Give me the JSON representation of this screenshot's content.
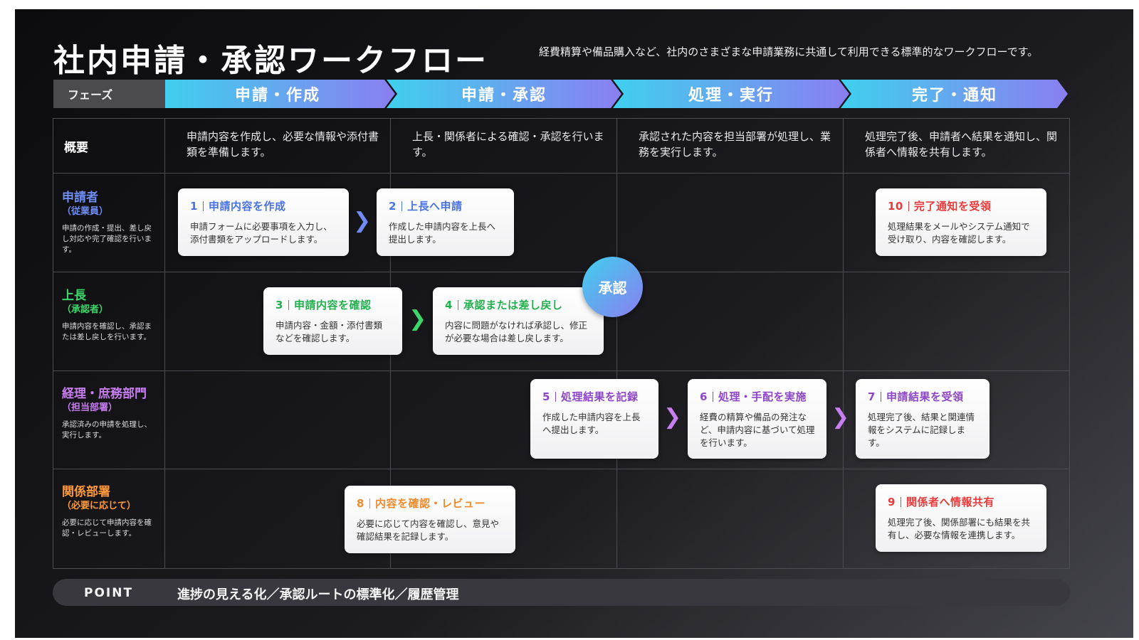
{
  "title": "社内申請・承認ワークフロー",
  "subtitle": "経費精算や備品購入など、社内のさまざまな申請業務に共通して利用できる標準的なワークフローです。",
  "phase_label": "フェーズ",
  "phases": [
    "申請・作成",
    "申請・承認",
    "処理・実行",
    "完了・通知"
  ],
  "overview": {
    "label": "概要",
    "texts": [
      "申請内容を作成し、必要な情報や添付書類を準備します。",
      "上長・関係者による確認・承認を行います。",
      "承認された内容を担当部署が処理し、業務を実行します。",
      "処理完了後、申請者へ結果を通知し、関係者へ情報を共有します。"
    ]
  },
  "lanes": [
    {
      "name": "申請者",
      "sub": "（従業員）",
      "desc": "申請の作成・提出、差し戻し対応や完了確認を行います。",
      "color": "#6f8cf2"
    },
    {
      "name": "上長",
      "sub": "（承認者）",
      "desc": "申請内容を確認し、承認または差し戻しを行います。",
      "color": "#3dd66a"
    },
    {
      "name": "経理・庶務部門",
      "sub": "（担当部署）",
      "desc": "承認済みの申請を処理し、実行します。",
      "color": "#c87ef0"
    },
    {
      "name": "関係部署",
      "sub": "（必要に応じて）",
      "desc": "必要に応じて申請内容を確認・レビューします。",
      "color": "#ff9a3c"
    }
  ],
  "steps": [
    {
      "num": "1",
      "title": "申請内容を作成",
      "body": "申請フォームに必要事項を入力し、添付書類をアップロードします。",
      "color": "#4a72e0"
    },
    {
      "num": "2",
      "title": "上長へ申請",
      "body": "作成した申請内容を上長へ提出します。",
      "color": "#4a72e0"
    },
    {
      "num": "3",
      "title": "申請内容を確認",
      "body": "申請内容・金額・添付書類などを確認します。",
      "color": "#22b04e"
    },
    {
      "num": "4",
      "title": "承認または差し戻し",
      "body": "内容に問題がなければ承認し、修正が必要な場合は差し戻します。",
      "color": "#22b04e"
    },
    {
      "num": "5",
      "title": "処理結果を記録",
      "body": "作成した申請内容を上長へ提出します。",
      "color": "#8e46c8"
    },
    {
      "num": "6",
      "title": "処理・手配を実施",
      "body": "経費の精算や備品の発注など、申請内容に基づいて処理を行います。",
      "color": "#8e46c8"
    },
    {
      "num": "7",
      "title": "申請結果を受領",
      "body": "処理完了後、結果と関連情報をシステムに記録します。",
      "color": "#8e46c8"
    },
    {
      "num": "8",
      "title": "内容を確認・レビュー",
      "body": "必要に応じて内容を確認し、意見や確認結果を記録します。",
      "color": "#f08a2c"
    },
    {
      "num": "9",
      "title": "関係者へ情報共有",
      "body": "処理完了後、関係部署にも結果を共有し、必要な情報を連携します。",
      "color": "#e83a3a"
    },
    {
      "num": "10",
      "title": "完了通知を受領",
      "body": "処理結果をメールやシステム通知で受け取り、内容を確認します。",
      "color": "#e83a3a"
    }
  ],
  "approve_badge": "承認",
  "point": {
    "label": "POINT",
    "text": "進捗の見える化／承認ルートの標準化／履歴管理"
  },
  "colors": {
    "phase_gradient_start": "#3fd0ee",
    "phase_gradient_end": "#8a7ef0"
  }
}
